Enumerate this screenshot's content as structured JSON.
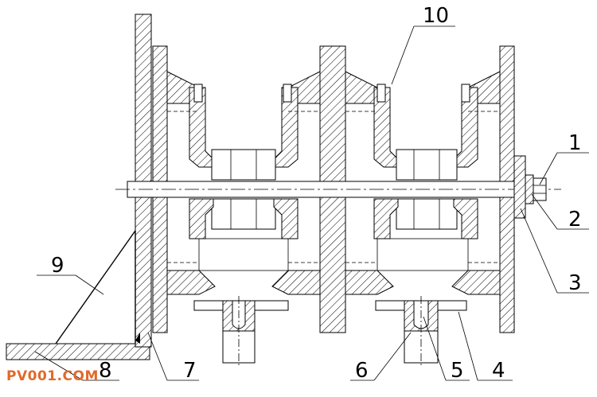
{
  "labels": {
    "p1": "1",
    "p2": "2",
    "p3": "3",
    "p4": "4",
    "p5": "5",
    "p6": "6",
    "p7": "7",
    "p8": "8",
    "p9": "9",
    "p10": "10"
  },
  "watermark": "PV001.COM",
  "colors": {
    "line": "#000000",
    "watermark": "#e06a2a",
    "background": "#ffffff"
  }
}
